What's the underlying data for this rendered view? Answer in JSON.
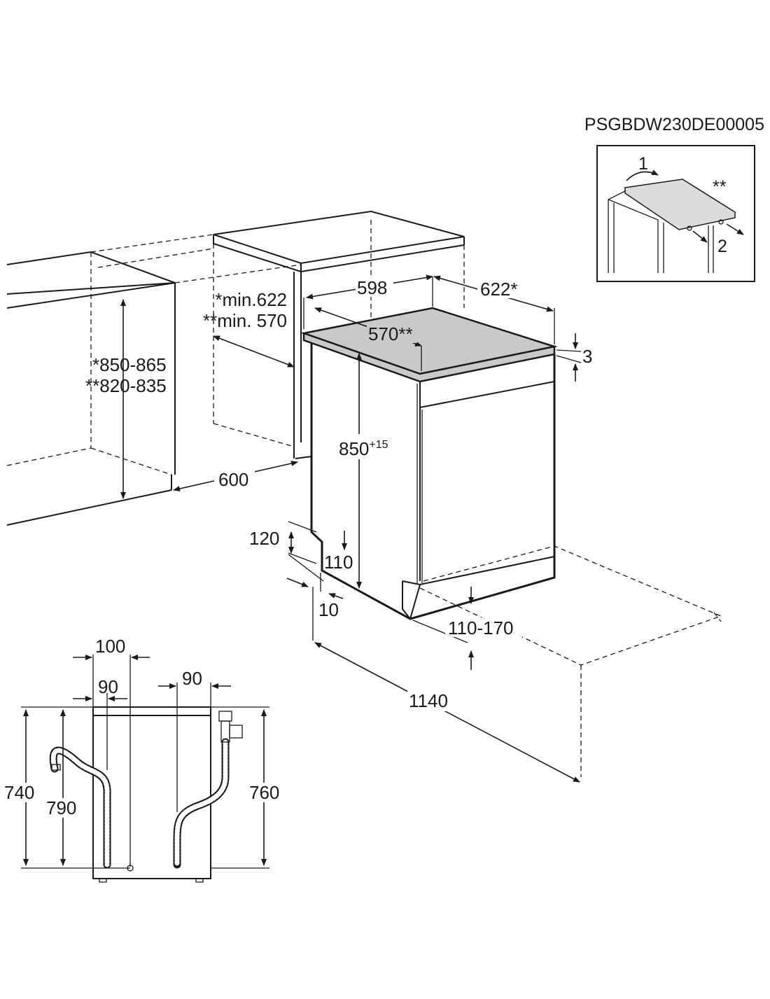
{
  "reference_code": "PSGBDW230DE00005",
  "inset": {
    "step1": "1",
    "step2": "2",
    "note": "**"
  },
  "dimensions": {
    "width": "598",
    "depth": "622*",
    "depth_alt": "570**",
    "worktop_gap": "3",
    "niche_depth_1": "*min.622",
    "niche_depth_2": "**min. 570",
    "niche_height_1": "*850-865",
    "niche_height_2": "**820-835",
    "niche_width": "600",
    "height_main": "850",
    "height_sup": "+15",
    "plinth_120": "120",
    "plinth_110": "110",
    "plinth_10": "10",
    "plinth_range": "110-170",
    "door_open": "1140"
  },
  "hoses": {
    "w_100": "100",
    "w_90_left": "90",
    "w_90_right": "90",
    "h_740": "740",
    "h_790": "790",
    "h_760": "760"
  }
}
